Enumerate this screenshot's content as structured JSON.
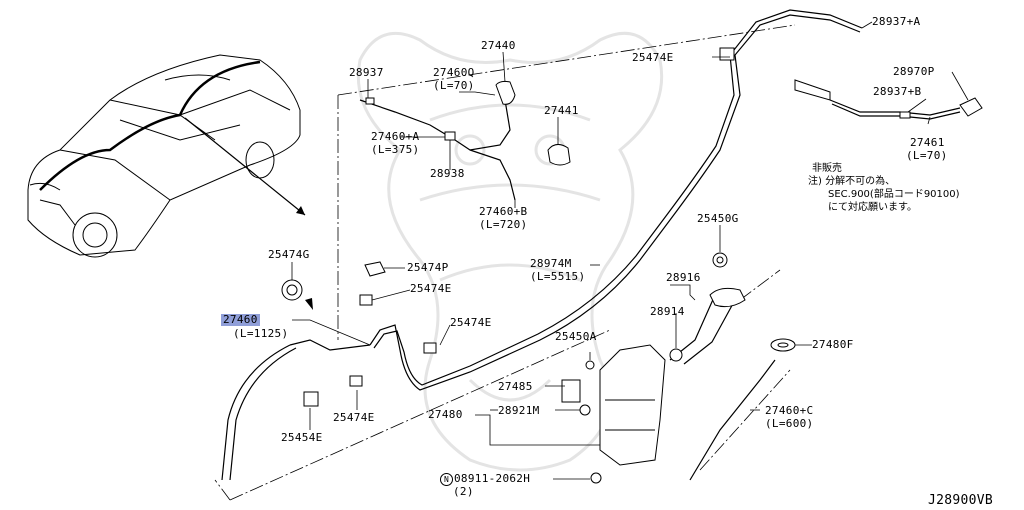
{
  "diagram_code": "J28900VB",
  "parts": [
    {
      "id": "p28937A",
      "text": "28937+A"
    },
    {
      "id": "p25474E_top",
      "text": "25474E"
    },
    {
      "id": "p28970P",
      "text": "28970P"
    },
    {
      "id": "p28937B",
      "text": "28937+B"
    },
    {
      "id": "p27461",
      "text": "27461"
    },
    {
      "id": "p27461_len",
      "text": "(L=70)"
    },
    {
      "id": "p28937",
      "text": "28937"
    },
    {
      "id": "p27440",
      "text": "27440"
    },
    {
      "id": "p27460Q",
      "text": "27460Q"
    },
    {
      "id": "p27460Q_len",
      "text": "(L=70)"
    },
    {
      "id": "p27441",
      "text": "27441"
    },
    {
      "id": "p27460A",
      "text": "27460+A"
    },
    {
      "id": "p27460A_len",
      "text": "(L=375)"
    },
    {
      "id": "p28938",
      "text": "28938"
    },
    {
      "id": "p27460B",
      "text": "27460+B"
    },
    {
      "id": "p27460B_len",
      "text": "(L=720)"
    },
    {
      "id": "p25450G",
      "text": "25450G"
    },
    {
      "id": "p25474G",
      "text": "25474G"
    },
    {
      "id": "p25474P",
      "text": "25474P"
    },
    {
      "id": "p28974M",
      "text": "28974M"
    },
    {
      "id": "p28974M_len",
      "text": "(L=5515)"
    },
    {
      "id": "p25474E_mid",
      "text": "25474E"
    },
    {
      "id": "p28916",
      "text": "28916"
    },
    {
      "id": "p28914",
      "text": "28914"
    },
    {
      "id": "p27460",
      "text": "27460"
    },
    {
      "id": "p27460_len",
      "text": "(L=1125)"
    },
    {
      "id": "p25474E_center",
      "text": "25474E"
    },
    {
      "id": "p25450A",
      "text": "25450A"
    },
    {
      "id": "p27480F",
      "text": "27480F"
    },
    {
      "id": "p27485",
      "text": "27485"
    },
    {
      "id": "p27480",
      "text": "27480"
    },
    {
      "id": "p28921M",
      "text": "28921M"
    },
    {
      "id": "p25474E_low",
      "text": "25474E"
    },
    {
      "id": "p27460C",
      "text": "27460+C"
    },
    {
      "id": "p27460C_len",
      "text": "(L=600)"
    },
    {
      "id": "p25454E",
      "text": "25454E"
    },
    {
      "id": "p08911_mark",
      "text": "N"
    },
    {
      "id": "p08911",
      "text": "08911-2062H"
    },
    {
      "id": "p08911_qty",
      "text": "(2)"
    }
  ],
  "note": {
    "line1": "非販売",
    "line2": "注) 分解不可の為、",
    "line3": "SEC.900(部品コード90100)",
    "line4": "にて対応願います。"
  }
}
